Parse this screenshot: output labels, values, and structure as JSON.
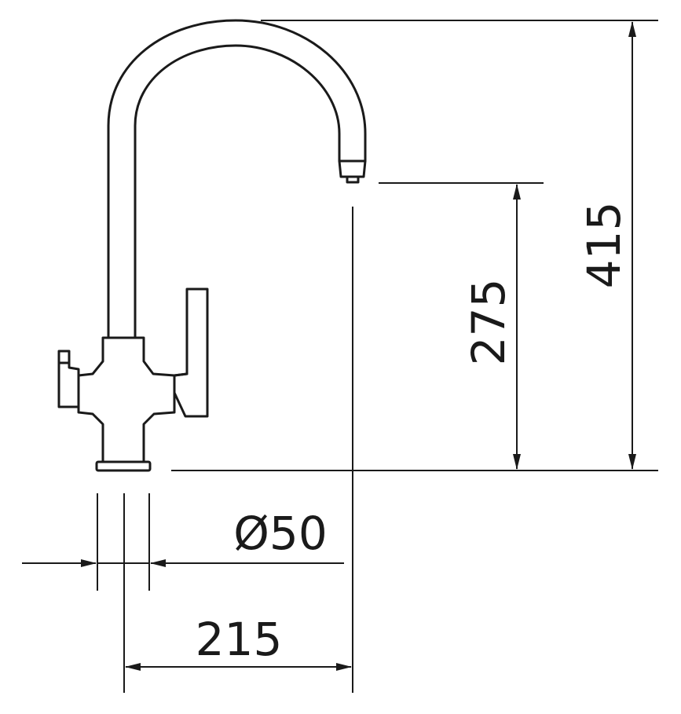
{
  "dimensions": {
    "total_height": "415",
    "spout_clearance": "275",
    "base_diameter": "Ø50",
    "spout_reach": "215"
  },
  "colors": {
    "line": "#1a1a1a",
    "background": "#ffffff"
  }
}
